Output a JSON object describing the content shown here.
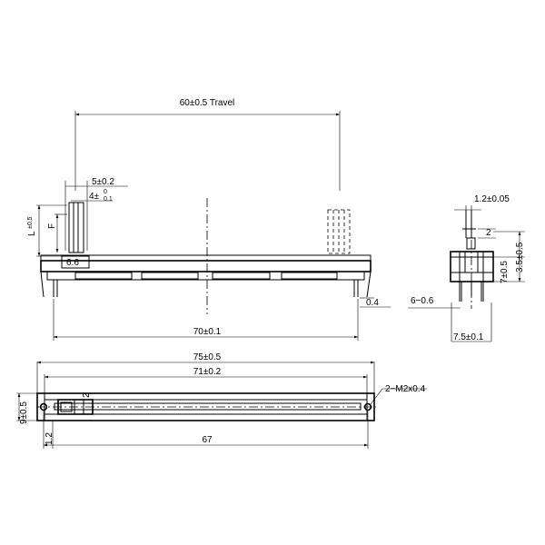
{
  "dimensions": {
    "travel": "60±0.5 Travel",
    "lever_width": "5±0.2",
    "lever_thickness_base": "4±",
    "lever_tol_upper": "0",
    "lever_tol_lower": "0.1",
    "lever_height_label": "L",
    "lever_height_tol": "±0.5",
    "lever_f_label": "F",
    "knob_offset": "6.6",
    "terminal_thickness": "0.4",
    "pin_pitch": "70±0.1",
    "lever_tip": "1.2±0.05",
    "lever_stem": "2",
    "side_height_upper": "3.5±0.5",
    "side_height_lower": "7±0.5",
    "pins": "6−0.6",
    "side_width": "7.5±0.1",
    "overall_length": "75±0.5",
    "body_length": "71±0.2",
    "mount_holes": "2−M2x0.4",
    "overall_width": "9±0.5",
    "slot_width": "2",
    "slot_offset": "1.2",
    "hole_pitch": "67"
  }
}
